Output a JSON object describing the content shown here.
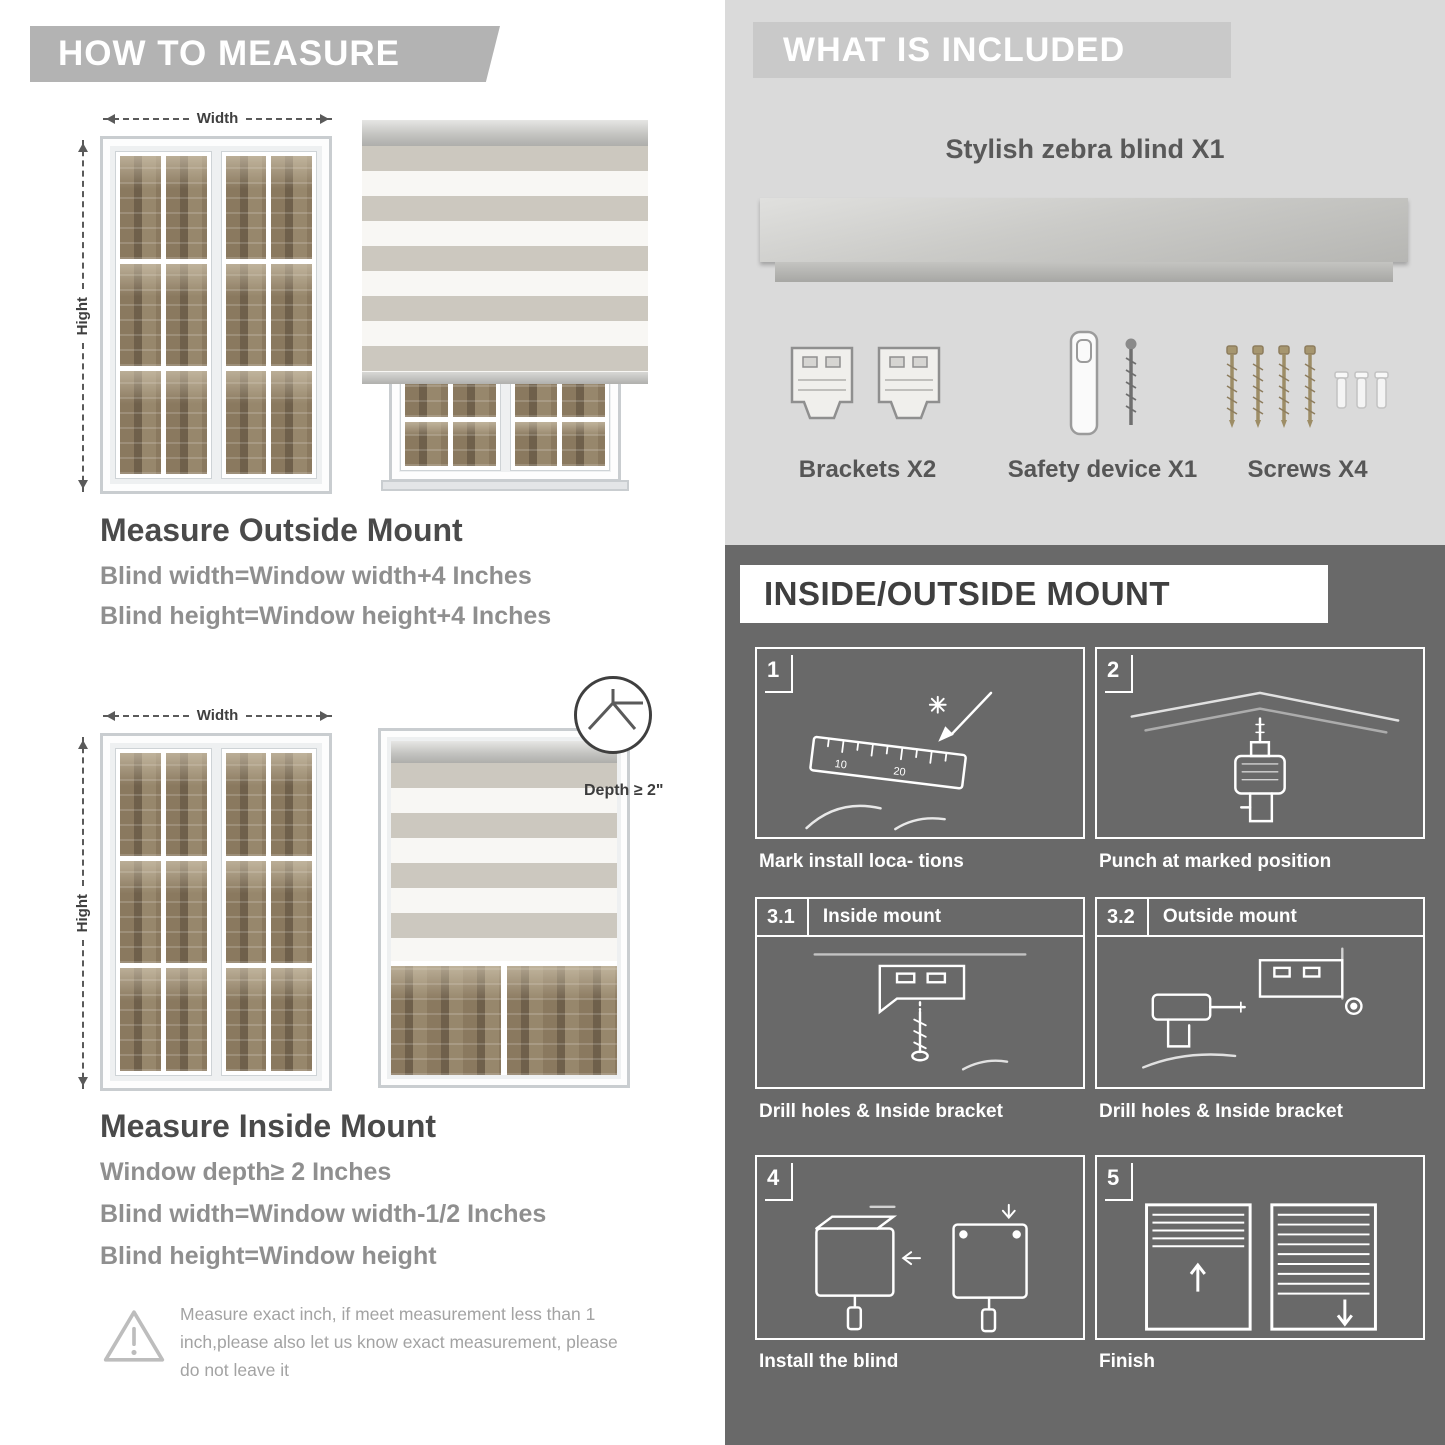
{
  "colors": {
    "header_banner": "#b3b3b3",
    "included_bg": "#dadada",
    "mount_bg": "#696969",
    "stripe_gray": "#ccc8bf"
  },
  "left": {
    "header": "HOW TO MEASURE",
    "outside": {
      "width_label": "Width",
      "height_label": "Hight",
      "title": "Measure Outside Mount",
      "line1": "Blind width=Window width+4 Inches",
      "line2": "Blind height=Window height+4 Inches"
    },
    "inside": {
      "width_label": "Width",
      "height_label": "Hight",
      "depth_note": "Depth ≥ 2\"",
      "title": "Measure Inside Mount",
      "line1": "Window depth≥ 2 Inches",
      "line2": "Blind width=Window width-1/2 Inches",
      "line3": "Blind height=Window height"
    },
    "warning_text": "Measure exact inch, if meet measurement less than 1 inch,please also let us know exact measurement, please do not leave it"
  },
  "included": {
    "header": "WHAT IS INCLUDED",
    "blind_label": "Stylish zebra blind X1",
    "items": [
      {
        "label": "Brackets X2"
      },
      {
        "label": "Safety device X1"
      },
      {
        "label": "Screws X4"
      }
    ]
  },
  "mount": {
    "header": "INSIDE/OUTSIDE MOUNT",
    "steps": [
      {
        "num": "1",
        "caption": "Mark install loca- tions"
      },
      {
        "num": "2",
        "caption": "Punch at  marked position"
      },
      {
        "num": "3.1",
        "title": "Inside mount",
        "caption": "Drill holes &  Inside bracket"
      },
      {
        "num": "3.2",
        "title": "Outside mount",
        "caption": "Drill holes &  Inside bracket"
      },
      {
        "num": "4",
        "caption": "Install the blind"
      },
      {
        "num": "5",
        "caption": "Finish"
      }
    ]
  }
}
